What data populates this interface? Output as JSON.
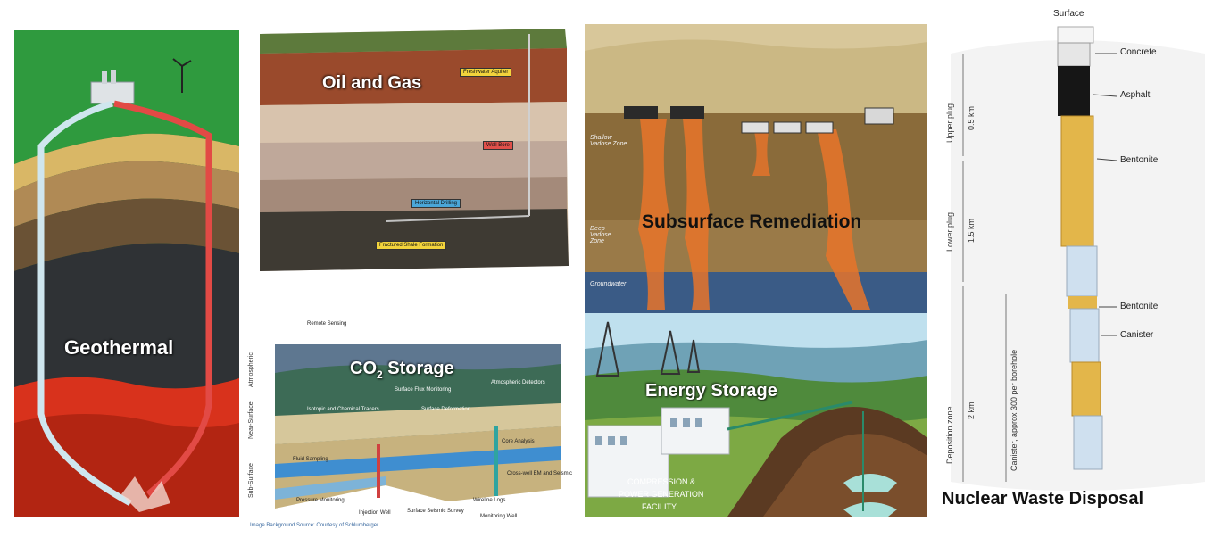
{
  "panels": {
    "geothermal": {
      "title": "Geothermal"
    },
    "oil_gas": {
      "title": "Oil and Gas",
      "tags": {
        "freshwater": "Freshwater Aquifer",
        "well_bore": "Well Bore",
        "horizontal": "Horizontal Drilling",
        "shale": "Fractured Shale Formation"
      }
    },
    "co2": {
      "title_prefix": "CO",
      "title_sub": "2",
      "title_suffix": " Storage",
      "remote_sensing": "Remote Sensing",
      "zones": {
        "atmospheric": "Atmospheric",
        "near_surface": "Near-Surface",
        "sub_surface": "Sub-Surface"
      },
      "callouts": [
        "Surface Flux Monitoring",
        "Atmospheric Detectors",
        "Isotopic and Chemical Tracers",
        "Surface Deformation",
        "Fluid Sampling",
        "Core Analysis",
        "Pressure Monitoring",
        "Cross-well EM and Seismic",
        "Injection Well",
        "Surface Seismic Survey",
        "Wireline Logs",
        "Monitoring Well"
      ],
      "credit": "Image Background Source: Courtesy of Schlumberger"
    },
    "remediation": {
      "title": "Subsurface Remediation",
      "shallow": "Shallow Vadose Zone",
      "deep": "Deep Vadose Zone",
      "groundwater": "Groundwater"
    },
    "energy": {
      "title": "Energy Storage",
      "facility_line1": "COMPRESSION &",
      "facility_line2": "POWER GENERATION",
      "facility_line3": "FACILITY"
    },
    "nuclear": {
      "title": "Nuclear Waste Disposal",
      "surface": "Surface",
      "concrete": "Concrete",
      "asphalt": "Asphalt",
      "bentonite_upper": "Bentonite",
      "bentonite_lower": "Bentonite",
      "canister": "Canister",
      "upper_plug": "Upper plug",
      "upper_depth": "0.5 km",
      "lower_plug": "Lower plug",
      "lower_depth": "1.5 km",
      "deposition": "Deposition zone",
      "deposition_depth": "2 km",
      "canister_note": "Canister, approx 300 per borehole"
    }
  },
  "colors": {
    "geothermal_grass": "#2f9a3e",
    "magma": "#d8321c",
    "remediation_soil": "#8a6b3a",
    "plume": "#e8742a",
    "groundwater": "#3a5b86",
    "energy_sky": "#bfe0ee"
  },
  "icons": [
    "power-plant-icon",
    "wind-turbine-icon",
    "power-pylon-icon",
    "factory-icon"
  ]
}
